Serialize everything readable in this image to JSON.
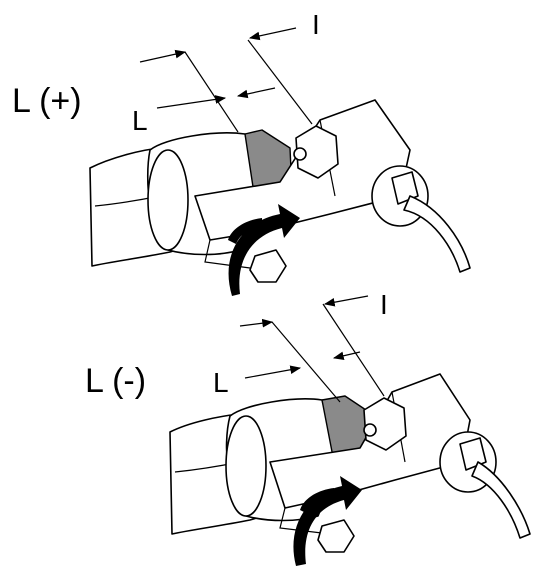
{
  "panels": [
    {
      "id": "top",
      "adjust_label": "L (+)",
      "l_label": "L",
      "i_label": "I"
    },
    {
      "id": "bottom",
      "adjust_label": "L (-)",
      "l_label": "L",
      "i_label": "I"
    }
  ],
  "colors": {
    "line": "#000000",
    "fill": "#ffffff",
    "shade": "#8a8a8a"
  }
}
